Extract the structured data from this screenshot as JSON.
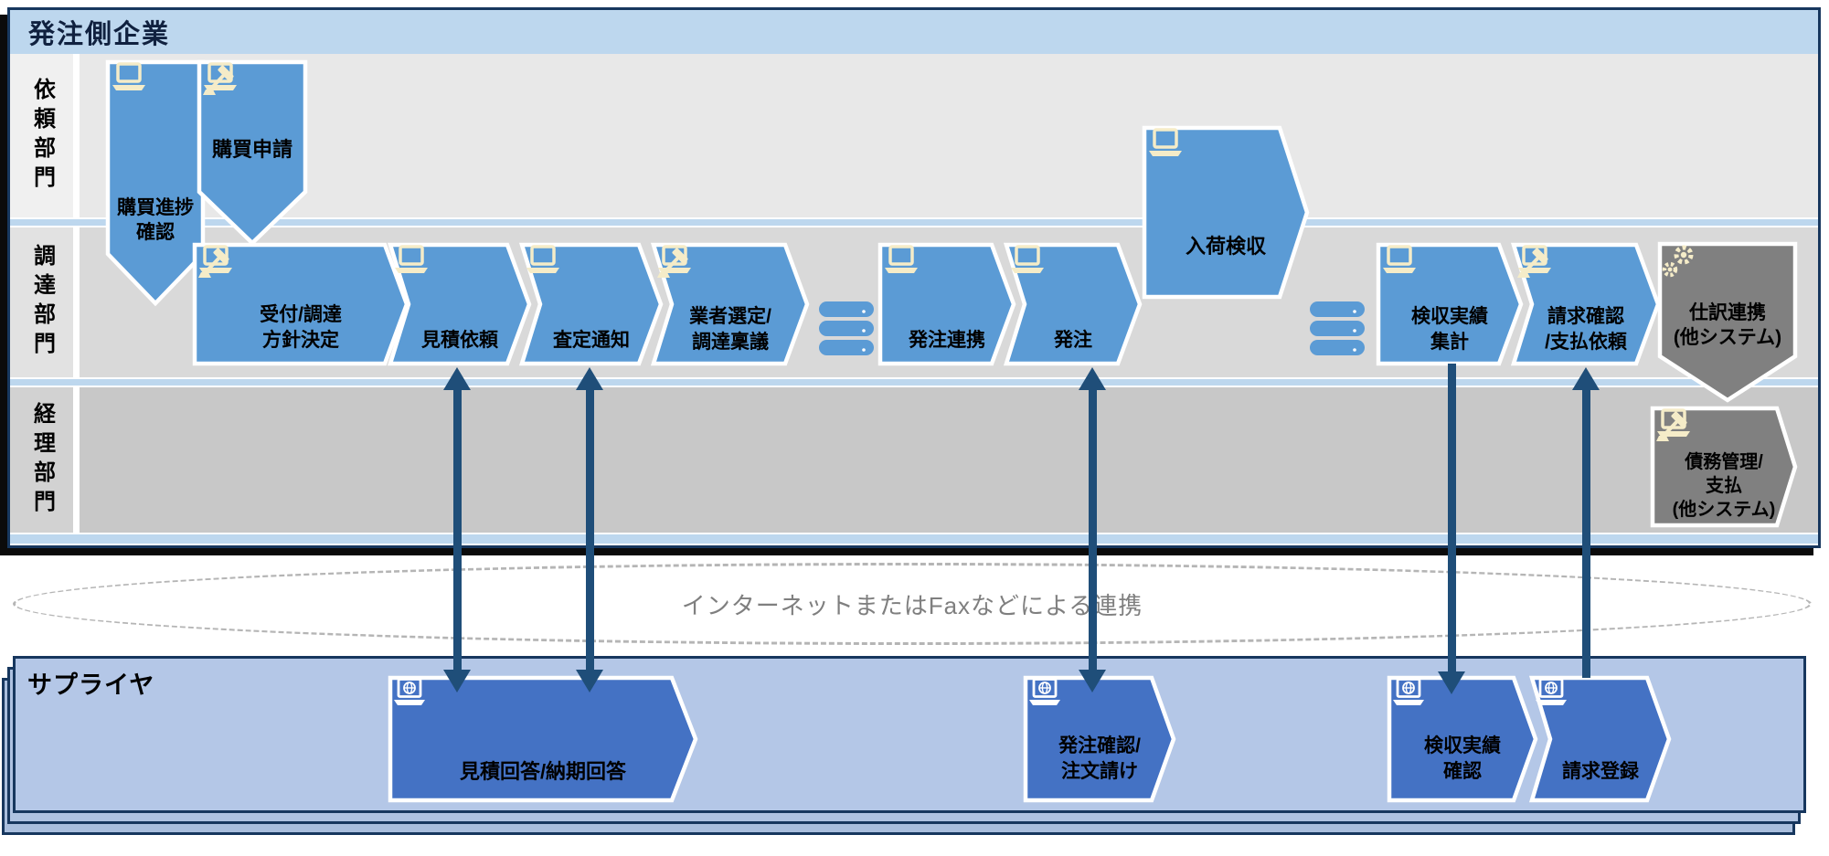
{
  "company": {
    "title": "発注側企業"
  },
  "lanes": [
    {
      "id": "request-dept",
      "label": "依頼部門"
    },
    {
      "id": "procurement-dept",
      "label": "調達部門"
    },
    {
      "id": "accounting-dept",
      "label": "経理部門"
    }
  ],
  "connector_note": "インターネットまたはFaxなどによる連携",
  "supplier": {
    "title": "サプライヤ"
  },
  "shapes": [
    {
      "id": "purchase-progress-check",
      "label": "購買進捗\n確認",
      "icons": [
        "laptop"
      ],
      "palette": "blue"
    },
    {
      "id": "purchase-request",
      "label": "購買申請",
      "icons": [
        "laptop",
        "gavel"
      ],
      "palette": "blue"
    },
    {
      "id": "reception-policy",
      "label": "受付/調達\n方針決定",
      "icons": [
        "laptop",
        "gavel"
      ],
      "palette": "blue"
    },
    {
      "id": "quote-request",
      "label": "見積依頼",
      "icons": [
        "laptop"
      ],
      "palette": "blue"
    },
    {
      "id": "assessment-notice",
      "label": "査定通知",
      "icons": [
        "laptop"
      ],
      "palette": "blue"
    },
    {
      "id": "vendor-selection",
      "label": "業者選定/\n調達稟議",
      "icons": [
        "laptop",
        "gavel"
      ],
      "palette": "blue"
    },
    {
      "id": "database-1",
      "label": "",
      "icons": [
        "database"
      ],
      "palette": "db"
    },
    {
      "id": "order-link",
      "label": "発注連携",
      "icons": [
        "laptop"
      ],
      "palette": "blue"
    },
    {
      "id": "order",
      "label": "発注",
      "icons": [
        "laptop"
      ],
      "palette": "blue"
    },
    {
      "id": "arrival-inspection",
      "label": "入荷検収",
      "icons": [
        "laptop"
      ],
      "palette": "blue"
    },
    {
      "id": "database-2",
      "label": "",
      "icons": [
        "database"
      ],
      "palette": "db"
    },
    {
      "id": "inspection-aggregation",
      "label": "検収実績\n集計",
      "icons": [
        "laptop"
      ],
      "palette": "blue"
    },
    {
      "id": "billing-confirmation",
      "label": "請求確認\n/支払依頼",
      "icons": [
        "laptop",
        "gavel"
      ],
      "palette": "blue"
    },
    {
      "id": "journal-link",
      "label": "仕訳連携\n(他システム)",
      "icons": [
        "gears"
      ],
      "palette": "gray"
    },
    {
      "id": "debt-management",
      "label": "債務管理/\n支払\n(他システム)",
      "icons": [
        "laptop",
        "gavel"
      ],
      "palette": "gray"
    },
    {
      "id": "quote-reply",
      "label": "見積回答/納期回答",
      "icons": [
        "globe-laptop"
      ],
      "palette": "supplier"
    },
    {
      "id": "order-confirmation",
      "label": "発注確認/\n注文請け",
      "icons": [
        "globe-laptop"
      ],
      "palette": "supplier"
    },
    {
      "id": "inspection-confirm",
      "label": "検収実績\n確認",
      "icons": [
        "globe-laptop"
      ],
      "palette": "supplier"
    },
    {
      "id": "invoice-registration",
      "label": "請求登録",
      "icons": [
        "globe-laptop"
      ],
      "palette": "supplier"
    }
  ],
  "colors": {
    "navy": "#1f4e79",
    "frame_border": "#17375e",
    "header_bg": "#bdd7ee",
    "process_blue": "#5b9bd5",
    "supplier_blue": "#4472c4",
    "system_gray": "#808080",
    "icon_cream": "#f5ecc8",
    "lane1_bg": "#e8e8e8",
    "lane2_bg": "#d9d9d9",
    "lane3_bg": "#c8c8c8",
    "supplier_bg": "#b4c7e7",
    "note_gray": "#7f7f7f"
  }
}
